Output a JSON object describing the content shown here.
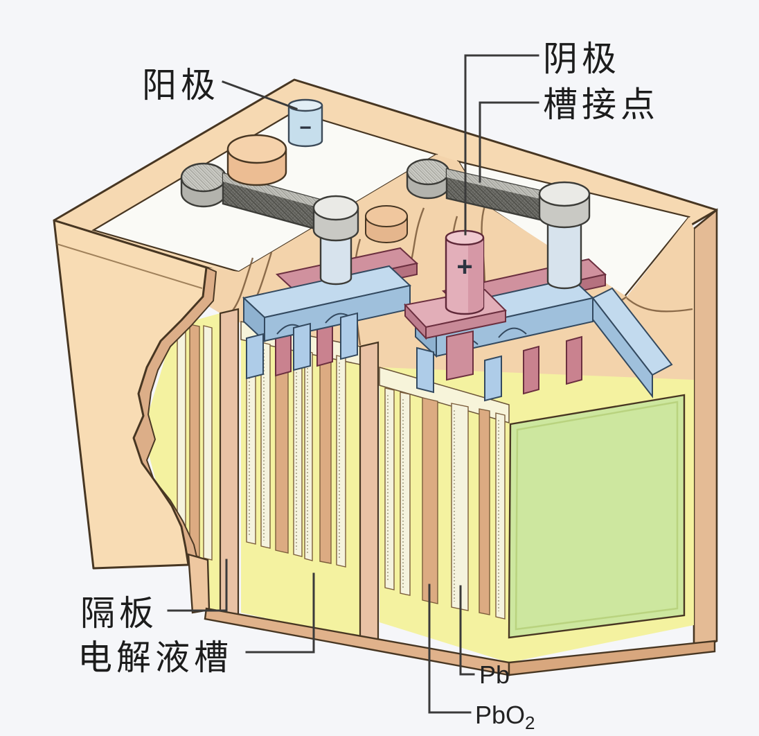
{
  "figure": {
    "type": "lead-acid-battery-cutaway-diagram",
    "description_visible_parts": [
      "case",
      "lid",
      "cells",
      "plates",
      "straps",
      "terminal posts",
      "connector bars"
    ]
  },
  "labels": {
    "anode": "阳极",
    "cathode": "阴极",
    "cell_connector": "槽接点",
    "separator": "隔板",
    "electrolyte_tank": "电解液槽",
    "pb": "Pb",
    "pbo2_base": "PbO",
    "pbo2_sub": "2"
  },
  "terminals": {
    "negative_sign": "−",
    "positive_sign": "+"
  },
  "colors": {
    "background": "#f5f6f9",
    "case_tan": "#f6d9b2",
    "case_wall_light": "#f8dcb4",
    "case_edge_dark": "#dcae88",
    "right_wall": "#e4bb95",
    "lid_white": "#fafaf6",
    "apron_tan": "#f3d3ab",
    "partition_tan": "#e9c2a5",
    "electrolyte_yellow": "#f4f2a0",
    "plate_top_cream": "#f7f4da",
    "plate_cream": "#f5f3de",
    "plate_lead_dioxide_tan": "#dcab82",
    "plate_green": "#cde79f",
    "strap_blue_light": "#c2daee",
    "strap_blue_mid": "#9fc0dc",
    "strap_pink": "#d0919e",
    "strap_pink_light": "#e2aeb8",
    "connector_bar_gray": "#72726d",
    "post_cap_gray": "#eaeae6",
    "post_neck_blue_gray": "#d7e3ed",
    "terminal_negative_blue": "#c6deec",
    "terminal_positive_pink": "#e3afba",
    "vent_cap_tan": "#f5d2ab",
    "outline_brown": "#473622",
    "pointer_line": "#3a3a3a"
  }
}
